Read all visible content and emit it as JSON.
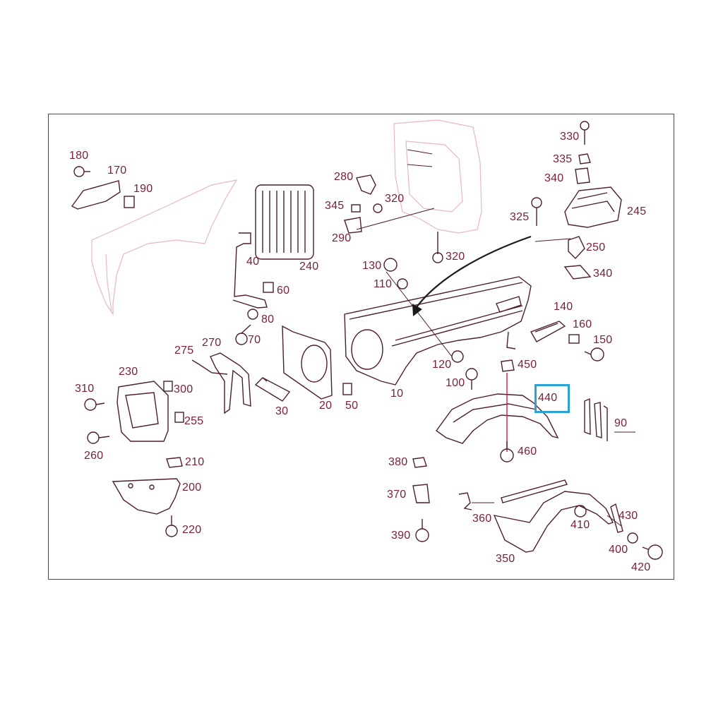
{
  "diagram": {
    "highlight_color": "#2aa3d6",
    "ink_color": "#4d1f2a",
    "label_color": "#7a1f33",
    "highlighted_part": "440",
    "labels": [
      "180",
      "170",
      "190",
      "280",
      "320",
      "345",
      "290",
      "320",
      "330",
      "335",
      "340",
      "245",
      "325",
      "250",
      "340",
      "40",
      "240",
      "60",
      "130",
      "110",
      "80",
      "70",
      "275",
      "270",
      "140",
      "160",
      "150",
      "230",
      "310",
      "300",
      "255",
      "260",
      "20",
      "50",
      "10",
      "120",
      "100",
      "450",
      "440",
      "90",
      "30",
      "460",
      "210",
      "200",
      "220",
      "380",
      "370",
      "390",
      "360",
      "410",
      "430",
      "350",
      "400",
      "420"
    ]
  }
}
